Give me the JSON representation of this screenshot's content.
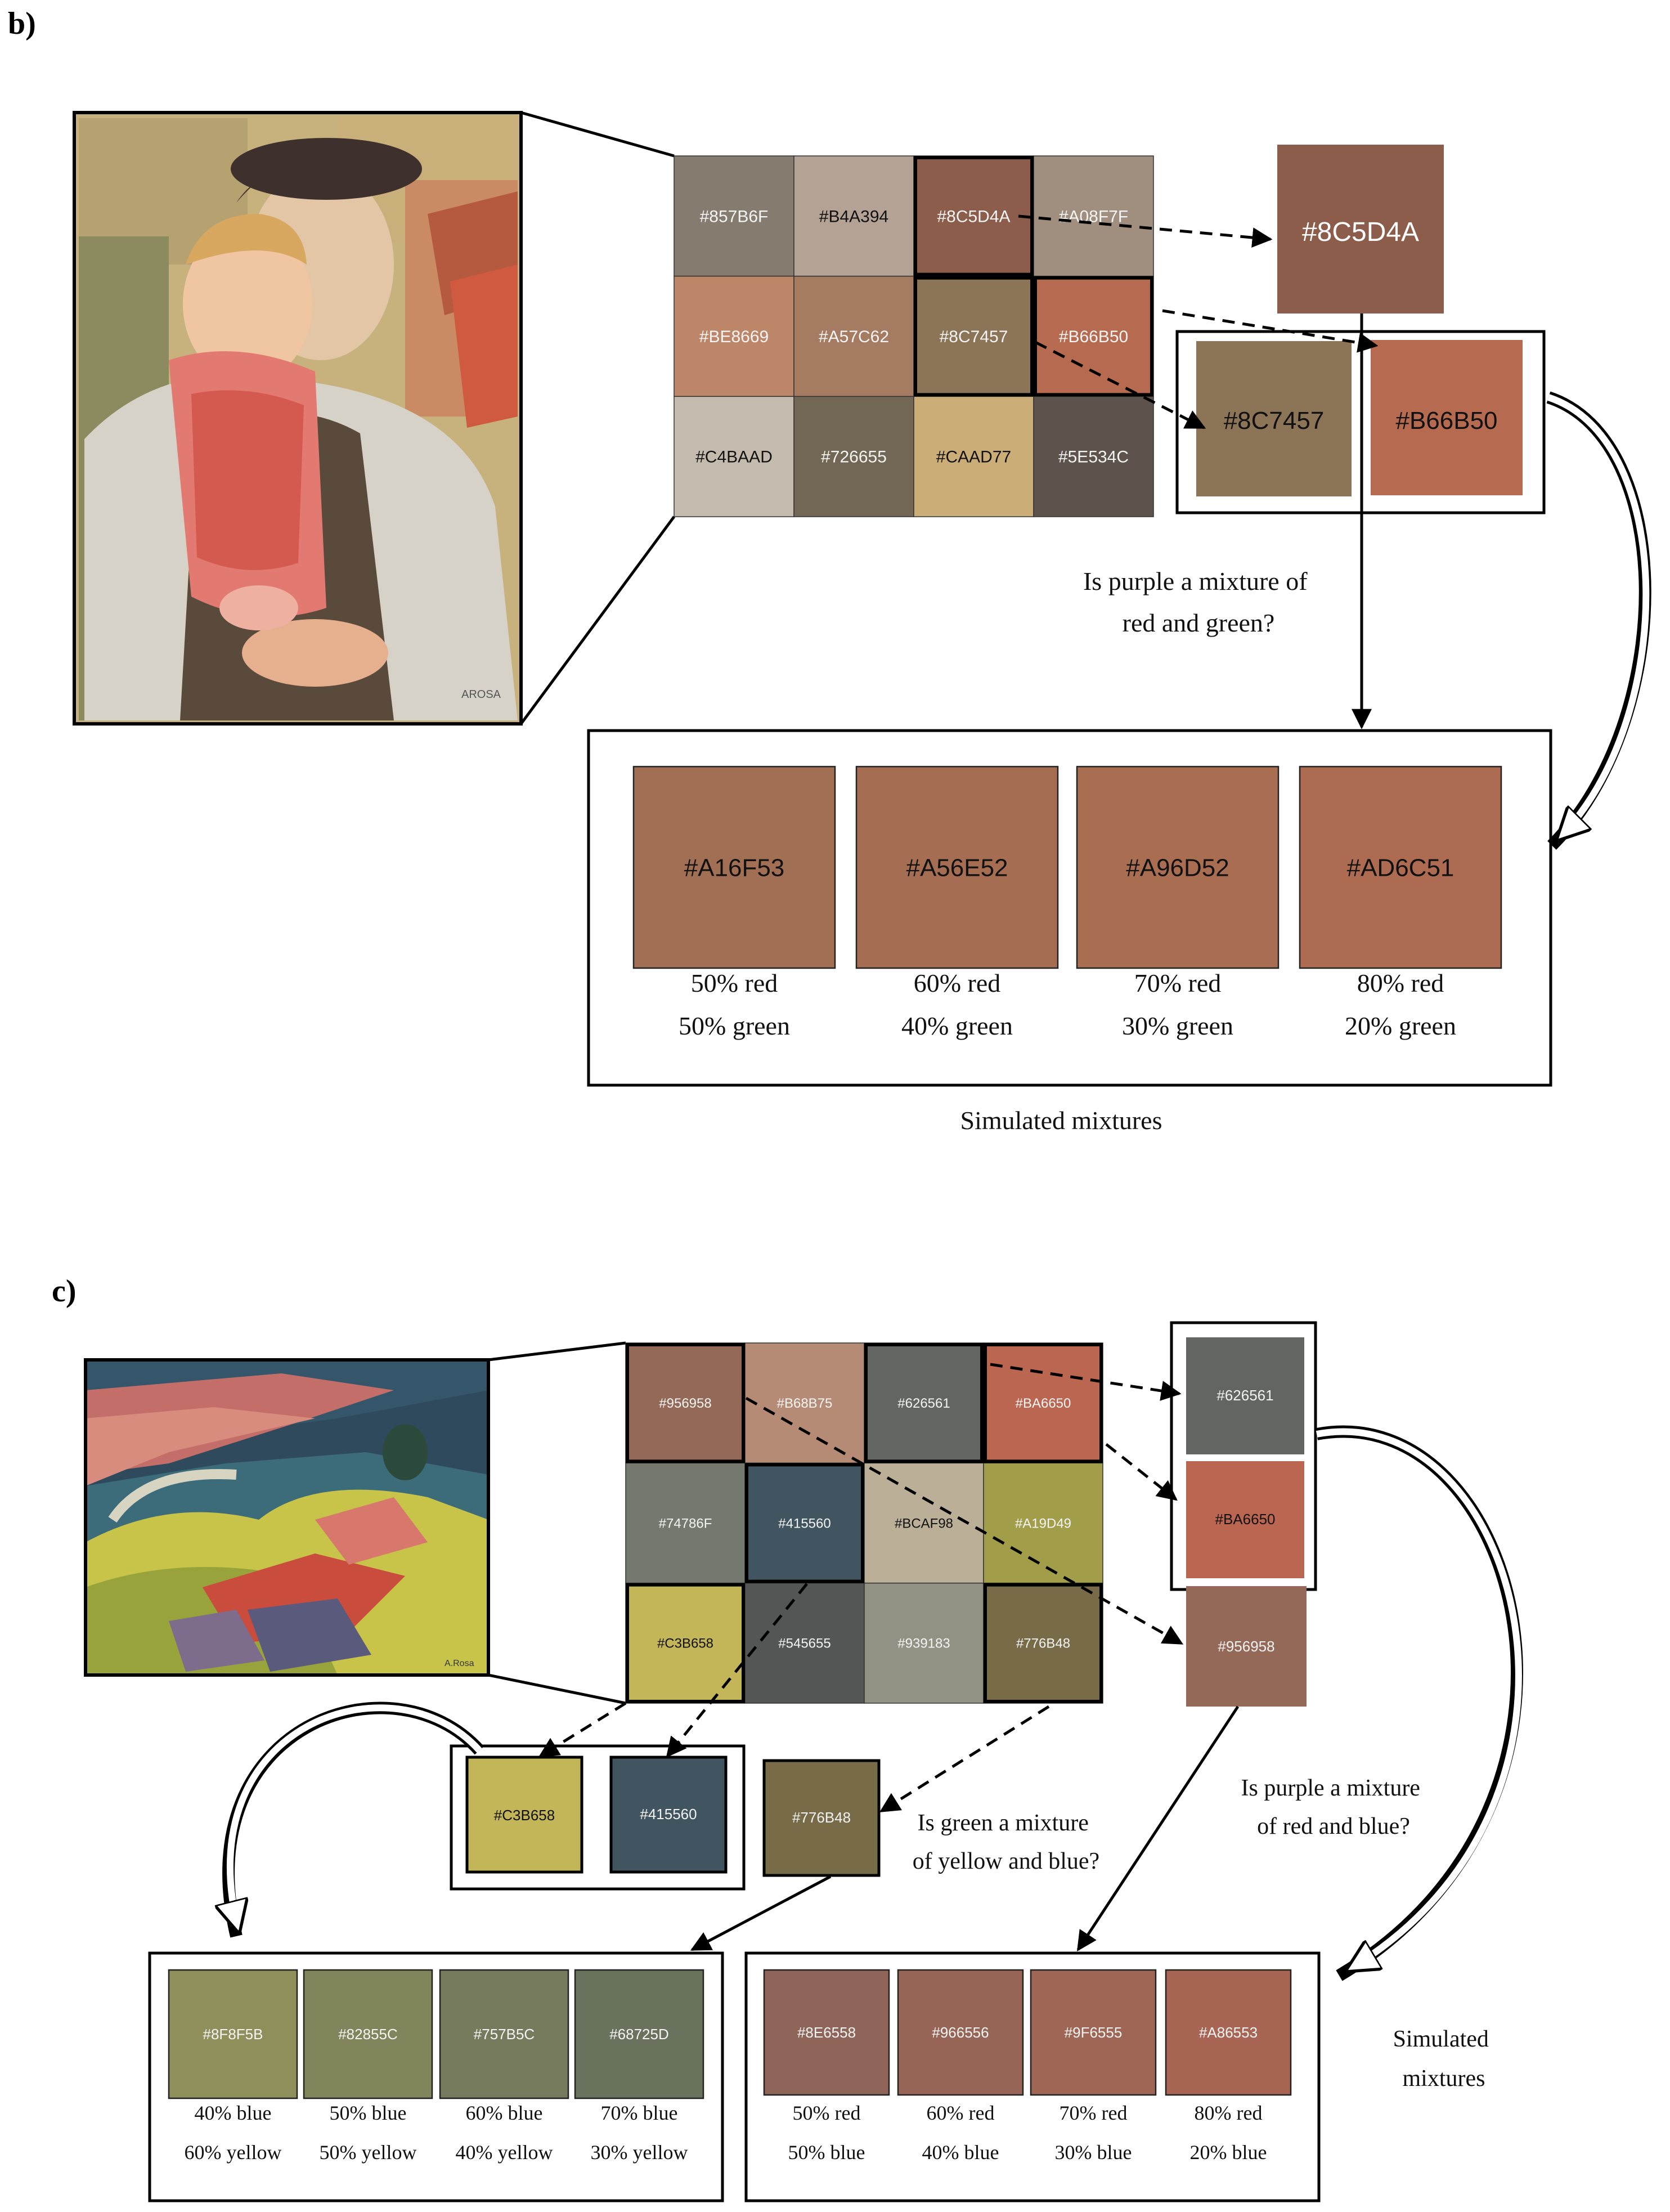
{
  "panel_b": {
    "label": "b)",
    "palette": [
      {
        "hex": "#857B6F",
        "color": "#857B6F"
      },
      {
        "hex": "#B4A394",
        "color": "#B4A394"
      },
      {
        "hex": "#8C5D4A",
        "color": "#8C5D4A"
      },
      {
        "hex": "#A08F7F",
        "color": "#A08F7F"
      },
      {
        "hex": "#BE8669",
        "color": "#BE8669"
      },
      {
        "hex": "#A57C62",
        "color": "#A57C62"
      },
      {
        "hex": "#8C7457",
        "color": "#8C7457"
      },
      {
        "hex": "#B66B50",
        "color": "#B66B50"
      },
      {
        "hex": "#C4BAAD",
        "color": "#C4BAAD"
      },
      {
        "hex": "#726655",
        "color": "#726655"
      },
      {
        "hex": "#CAAD77",
        "color": "#CAAD77"
      },
      {
        "hex": "#5E534C",
        "color": "#5E534C"
      }
    ],
    "target": {
      "hex": "#8C5D4A",
      "color": "#8C5D4A"
    },
    "components": [
      {
        "hex": "#8C7457",
        "color": "#8C7457"
      },
      {
        "hex": "#B66B50",
        "color": "#B66B50"
      }
    ],
    "question_lines": [
      "Is purple a mixture of",
      "red and green?"
    ],
    "mixtures": [
      {
        "hex": "#A16F53",
        "color": "#A16F53",
        "line1": "50% red",
        "line2": "50% green"
      },
      {
        "hex": "#A56E52",
        "color": "#A56E52",
        "line1": "60% red",
        "line2": "40% green"
      },
      {
        "hex": "#A96D52",
        "color": "#A96D52",
        "line1": "70% red",
        "line2": "30% green"
      },
      {
        "hex": "#AD6C51",
        "color": "#AD6C51",
        "line1": "80% red",
        "line2": "20% green"
      }
    ],
    "caption": "Simulated mixtures"
  },
  "panel_c": {
    "label": "c)",
    "palette": [
      {
        "hex": "#956958",
        "color": "#956958"
      },
      {
        "hex": "#B68B75",
        "color": "#B68B75"
      },
      {
        "hex": "#626561",
        "color": "#626561"
      },
      {
        "hex": "#BA6650",
        "color": "#BA6650"
      },
      {
        "hex": "#74786F",
        "color": "#74786F"
      },
      {
        "hex": "#415560",
        "color": "#415560"
      },
      {
        "hex": "#BCAF98",
        "color": "#BCAF98"
      },
      {
        "hex": "#A19D49",
        "color": "#A19D49"
      },
      {
        "hex": "#C3B658",
        "color": "#C3B658"
      },
      {
        "hex": "#545655",
        "color": "#545655"
      },
      {
        "hex": "#939183",
        "color": "#939183"
      },
      {
        "hex": "#776B48",
        "color": "#776B48"
      }
    ],
    "purple_components": [
      {
        "hex": "#626561",
        "color": "#626561"
      },
      {
        "hex": "#BA6650",
        "color": "#BA6650"
      }
    ],
    "purple_target": {
      "hex": "#956958",
      "color": "#956958"
    },
    "green_components": [
      {
        "hex": "#C3B658",
        "color": "#C3B658"
      },
      {
        "hex": "#415560",
        "color": "#415560"
      }
    ],
    "green_target": {
      "hex": "#776B48",
      "color": "#776B48"
    },
    "question_green": [
      "Is green a mixture",
      "of yellow and blue?"
    ],
    "question_purple": [
      "Is purple a mixture",
      "of red and blue?"
    ],
    "green_mixtures": [
      {
        "hex": "#8F8F5B",
        "color": "#8F8F5B",
        "line1": "40% blue",
        "line2": "60% yellow"
      },
      {
        "hex": "#82855C",
        "color": "#82855C",
        "line1": "50% blue",
        "line2": "50% yellow"
      },
      {
        "hex": "#757B5C",
        "color": "#757B5C",
        "line1": "60% blue",
        "line2": "40% yellow"
      },
      {
        "hex": "#68725D",
        "color": "#68725D",
        "line1": "70% blue",
        "line2": "30% yellow"
      }
    ],
    "purple_mixtures": [
      {
        "hex": "#8E6558",
        "color": "#8E6558",
        "line1": "50% red",
        "line2": "50% blue"
      },
      {
        "hex": "#966556",
        "color": "#966556",
        "line1": "60% red",
        "line2": "40% blue"
      },
      {
        "hex": "#9F6555",
        "color": "#9F6555",
        "line1": "70% red",
        "line2": "30% blue"
      },
      {
        "hex": "#A86553",
        "color": "#A86553",
        "line1": "80% red",
        "line2": "20% blue"
      }
    ],
    "caption_lines": [
      "Simulated",
      "mixtures"
    ]
  }
}
